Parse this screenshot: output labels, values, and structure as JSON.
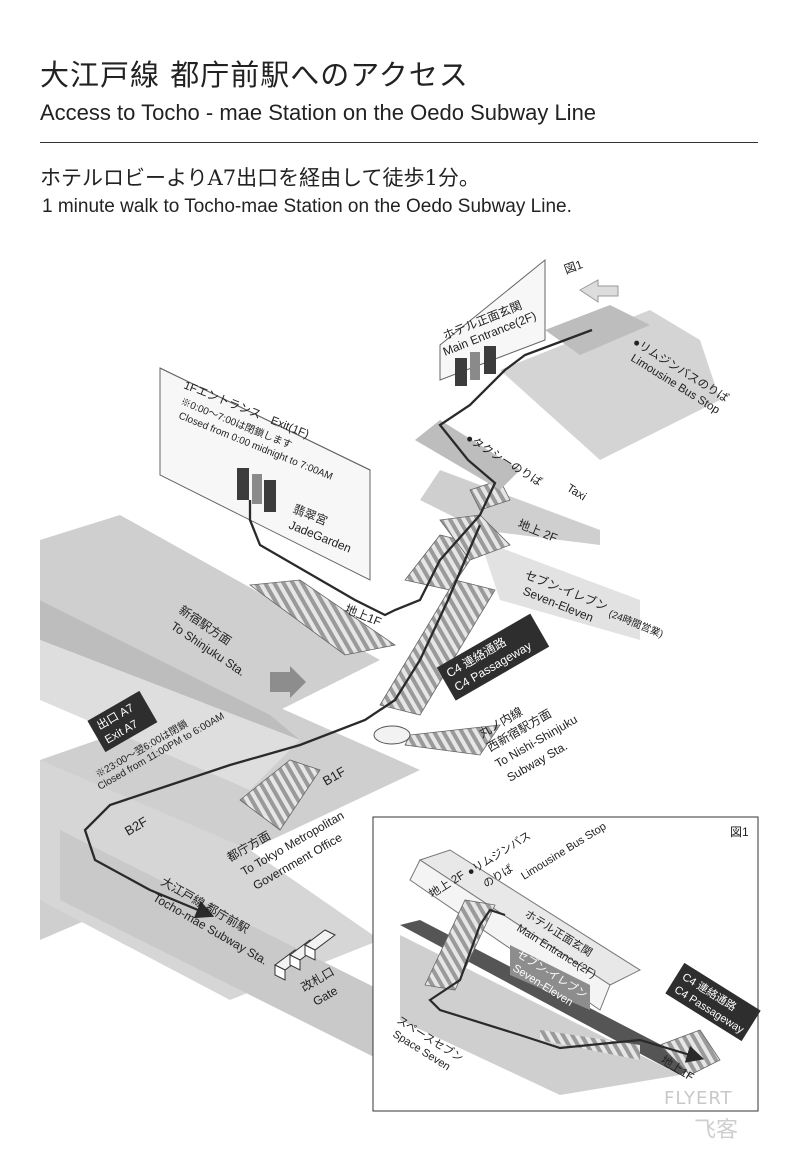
{
  "header": {
    "title_ja": "大江戸線 都庁前駅へのアクセス",
    "title_en": "Access to Tocho - mae Station on the Oedo Subway Line",
    "subtitle_ja": "ホテルロビーよりA7出口を経由して徒歩1分。",
    "subtitle_en": "1 minute walk to Tocho-mae Station on the Oedo Subway Line."
  },
  "map": {
    "fig_label": "図1",
    "main_entrance": {
      "ja": "ホテル正面玄関",
      "en": "Main Entrance(2F)"
    },
    "limousine": {
      "ja": "●リムジンバスのりば",
      "en": "Limousine Bus Stop"
    },
    "taxi": {
      "ja": "●タクシーのりば",
      "en": "Taxi"
    },
    "exit_1f": {
      "title": "1Fエントランス　Exit(1F)",
      "note_ja": "※0:00～7:00は閉鎖します",
      "note_en": "Closed from 0:00 midnight to 7:00AM"
    },
    "jadegarden": {
      "ja": "翡翠宮",
      "en": "JadeGarden"
    },
    "ground_2f": "地上 2F",
    "ground_1f": "地上1F",
    "seven_eleven": {
      "ja": "セブン-イレブン",
      "hours": "(24時間営業)",
      "en": "Seven-Eleven"
    },
    "c4": {
      "ja": "C4 連絡通路",
      "en": "C4 Passageway"
    },
    "shinjuku": {
      "ja": "新宿駅方面",
      "en": "To Shinjuku Sta."
    },
    "marunouchi": {
      "ja1": "丸ノ内線",
      "ja2": "西新宿駅方面",
      "en1": "To Nishi-Shinjuku",
      "en2": "Subway Sta."
    },
    "exit_a7": {
      "ja": "出口 A7",
      "en": "Exit A7",
      "note_ja": "※23:00～翌6:00は閉鎖",
      "note_en": "Closed from 11:00PM to 6:00AM"
    },
    "b1f": "B1F",
    "b2f": "B2F",
    "tocho_dir": {
      "ja": "都庁方面",
      "en1": "To Tokyo Metropolitan",
      "en2": "Government Office"
    },
    "oedo": {
      "ja": "大江戸線 都庁前駅",
      "en": "Tocho-mae Subway Sta."
    },
    "gate": {
      "ja": "改札口",
      "en": "Gate"
    }
  },
  "inset": {
    "fig_label": "図1",
    "limousine_ja1": "●リムジンバス",
    "limousine_ja2": "のりば",
    "limousine_en": "Limousine Bus Stop",
    "ground_2f": "地上 2F",
    "main_entrance_ja": "ホテル正面玄関",
    "main_entrance_en": "Main Entrance(2F)",
    "seven_ja": "セブン-イレブン",
    "seven_en": "Seven-Eleven",
    "c4_ja": "C4 連絡通路",
    "c4_en": "C4 Passageway",
    "space_ja": "スペースセブン",
    "space_en": "Space Seven",
    "ground_1f": "地上1F"
  },
  "watermark": {
    "line1": "FLYERT",
    "line2": "飞客"
  },
  "colors": {
    "route": "#2a2a2a",
    "floor": "#d4d4d4",
    "floor_dark": "#bdbdbd",
    "label_box": "#2e2e2e"
  }
}
